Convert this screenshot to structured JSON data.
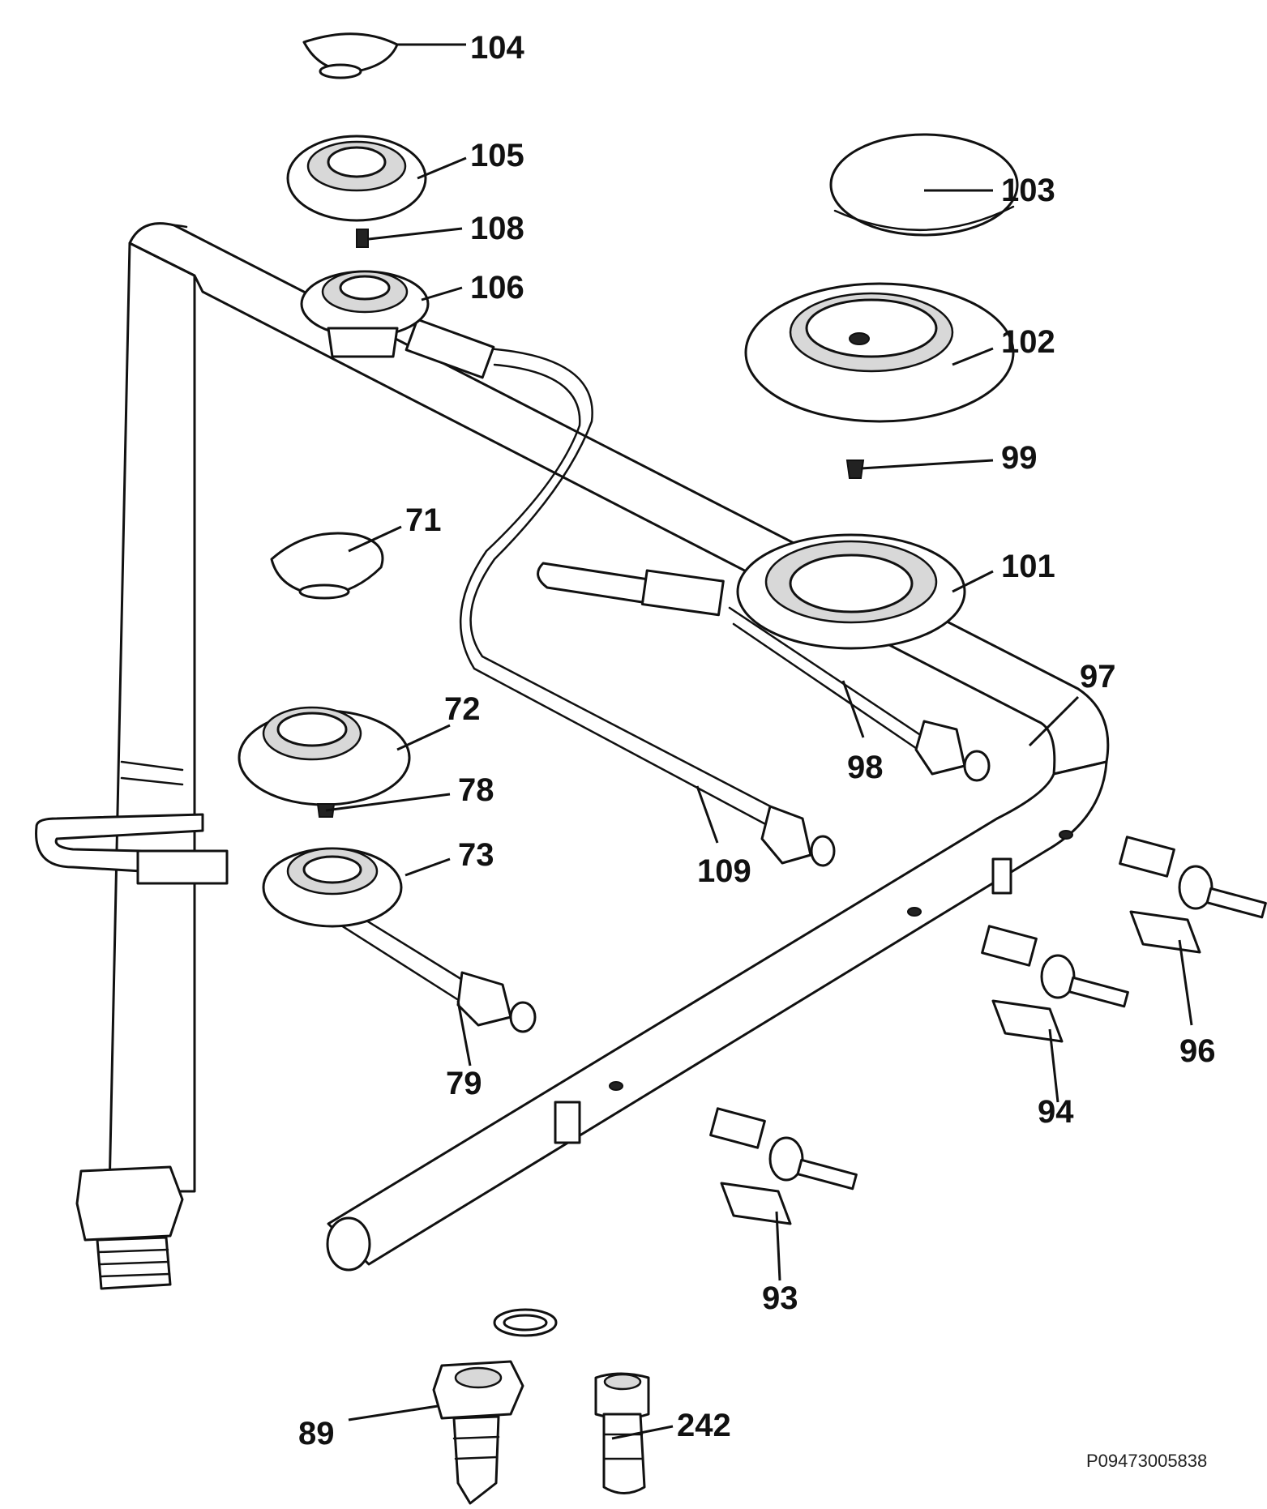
{
  "parts": [
    {
      "label": "104",
      "name": "burner-cap-small"
    },
    {
      "label": "105",
      "name": "burner-crown-small"
    },
    {
      "label": "108",
      "name": "injector-small"
    },
    {
      "label": "106",
      "name": "burner-cup-small"
    },
    {
      "label": "103",
      "name": "burner-cap-large"
    },
    {
      "label": "102",
      "name": "burner-crown-large"
    },
    {
      "label": "99",
      "name": "injector-large"
    },
    {
      "label": "71",
      "name": "burner-cap-medium"
    },
    {
      "label": "101",
      "name": "burner-cup-large"
    },
    {
      "label": "97",
      "name": "gas-ramp"
    },
    {
      "label": "72",
      "name": "burner-crown-medium"
    },
    {
      "label": "78",
      "name": "injector-medium"
    },
    {
      "label": "98",
      "name": "supply-pipe-large"
    },
    {
      "label": "73",
      "name": "burner-cup-medium"
    },
    {
      "label": "109",
      "name": "supply-pipe-small"
    },
    {
      "label": "96",
      "name": "gas-valve-right"
    },
    {
      "label": "79",
      "name": "supply-pipe-medium"
    },
    {
      "label": "94",
      "name": "gas-valve-middle"
    },
    {
      "label": "93",
      "name": "gas-valve-front"
    },
    {
      "label": "89",
      "name": "hose-connector"
    },
    {
      "label": "242",
      "name": "adapter-fitting"
    }
  ],
  "drawing_code": "P09473005838"
}
